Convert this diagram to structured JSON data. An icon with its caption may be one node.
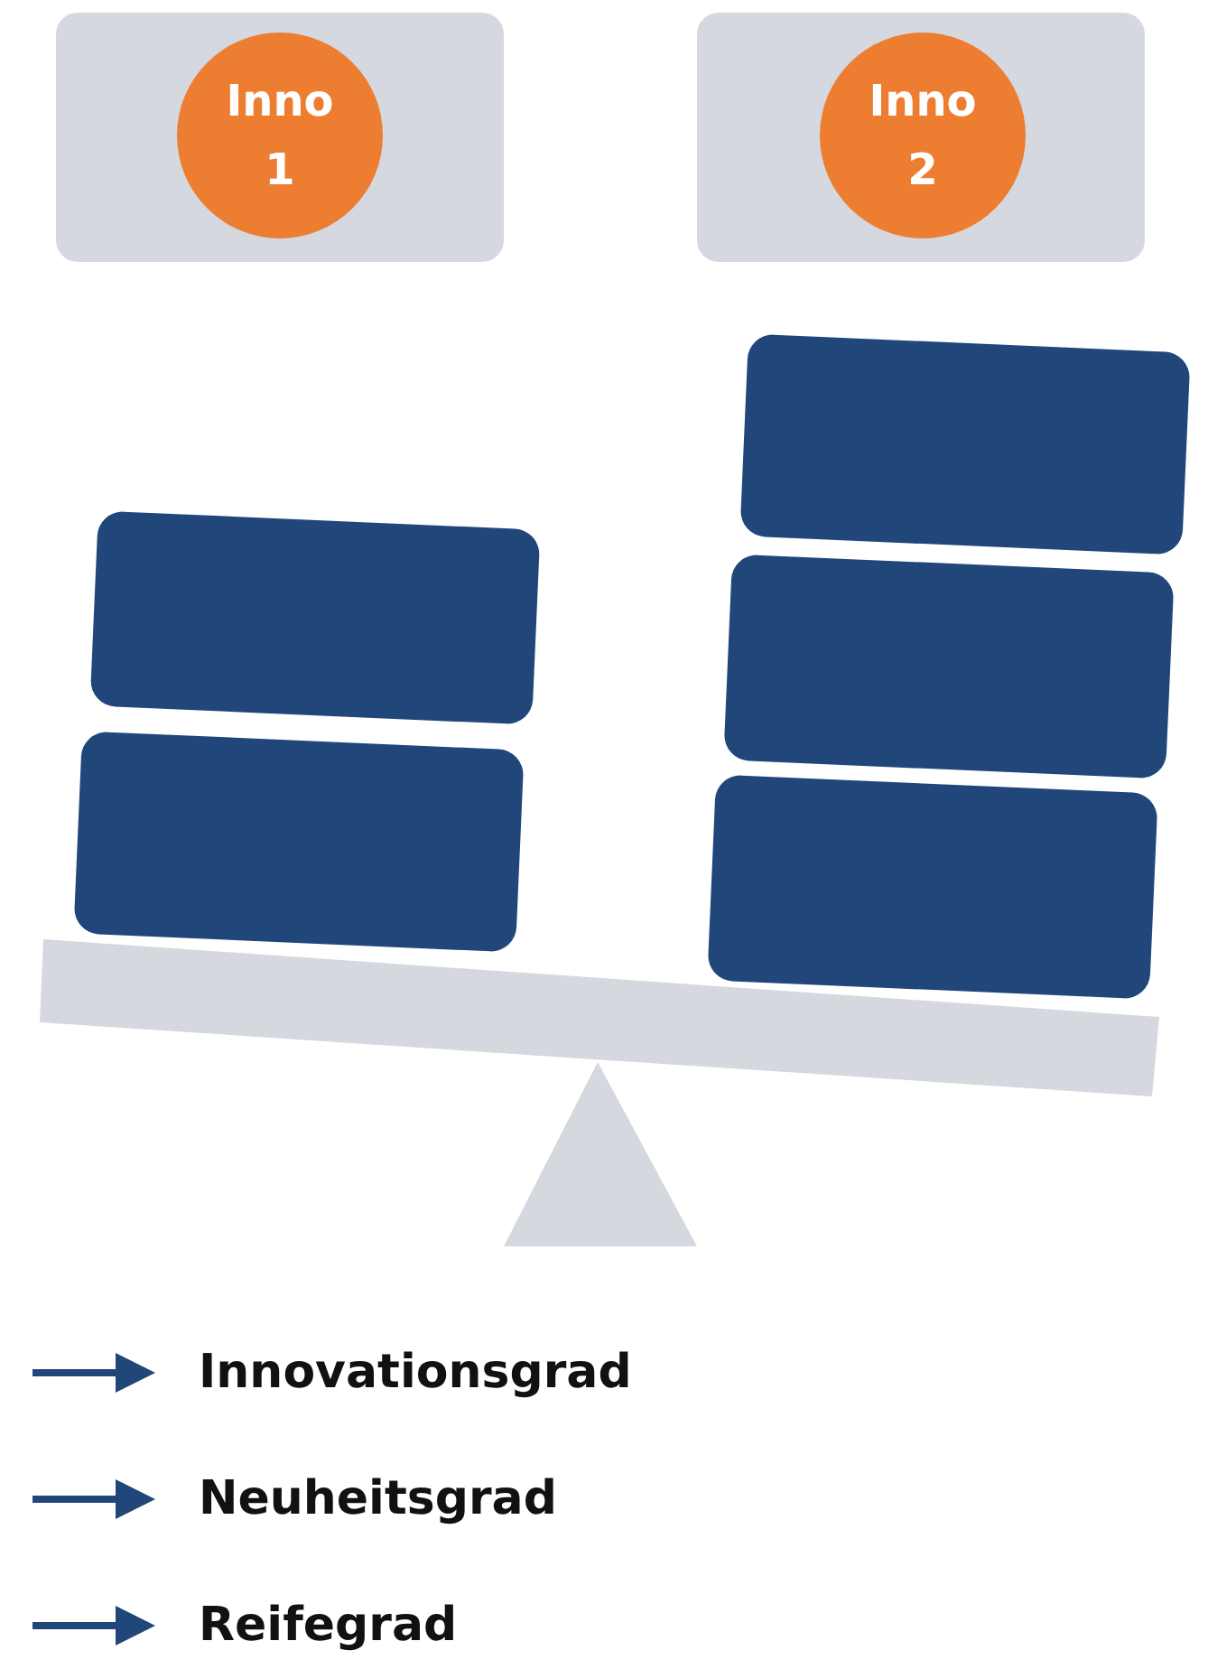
{
  "diagram": {
    "nodes": [
      {
        "text": [],
        "shape": "box"
      },
      {
        "text": [
          "Inno 1"
        ],
        "in": 0
      },
      {
        "text": [],
        "shape": "box"
      },
      {
        "text": [
          "Inno 2"
        ],
        "in": 2
      },
      {
        "text": [],
        "shape": "box"
      },
      {
        "text": [],
        "shape": "box"
      },
      {
        "text": [],
        "shape": "box"
      },
      {
        "text": [],
        "shape": "box"
      },
      {
        "text": [],
        "shape": "box"
      }
    ],
    "edges": [],
    "legend": [
      {
        "text": "Innovationsgrad"
      },
      {
        "text": "Neuheitsgrad"
      },
      {
        "text": "Reifegrad"
      }
    ]
  }
}
